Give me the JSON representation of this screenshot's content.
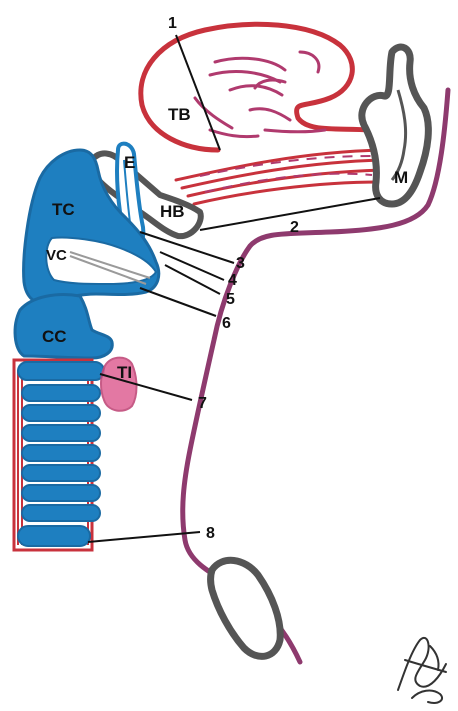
{
  "labels": {
    "tb": "TB",
    "m": "M",
    "e": "E",
    "hb": "HB",
    "tc": "TC",
    "vc": "VC",
    "cc": "CC",
    "ti": "TI"
  },
  "numbers": {
    "n1": "1",
    "n2": "2",
    "n3": "3",
    "n4": "4",
    "n5": "5",
    "n6": "6",
    "n7": "7",
    "n8": "8"
  },
  "colors": {
    "tongue": "#c8323c",
    "muscle": "#b03a6e",
    "skin": "#8e3a6e",
    "cartilage": "#1e7fc0",
    "bone": "#555555",
    "thyroid": "#e06a9a",
    "leader": "#111111",
    "vocal_leader": "#9a9a9a"
  }
}
